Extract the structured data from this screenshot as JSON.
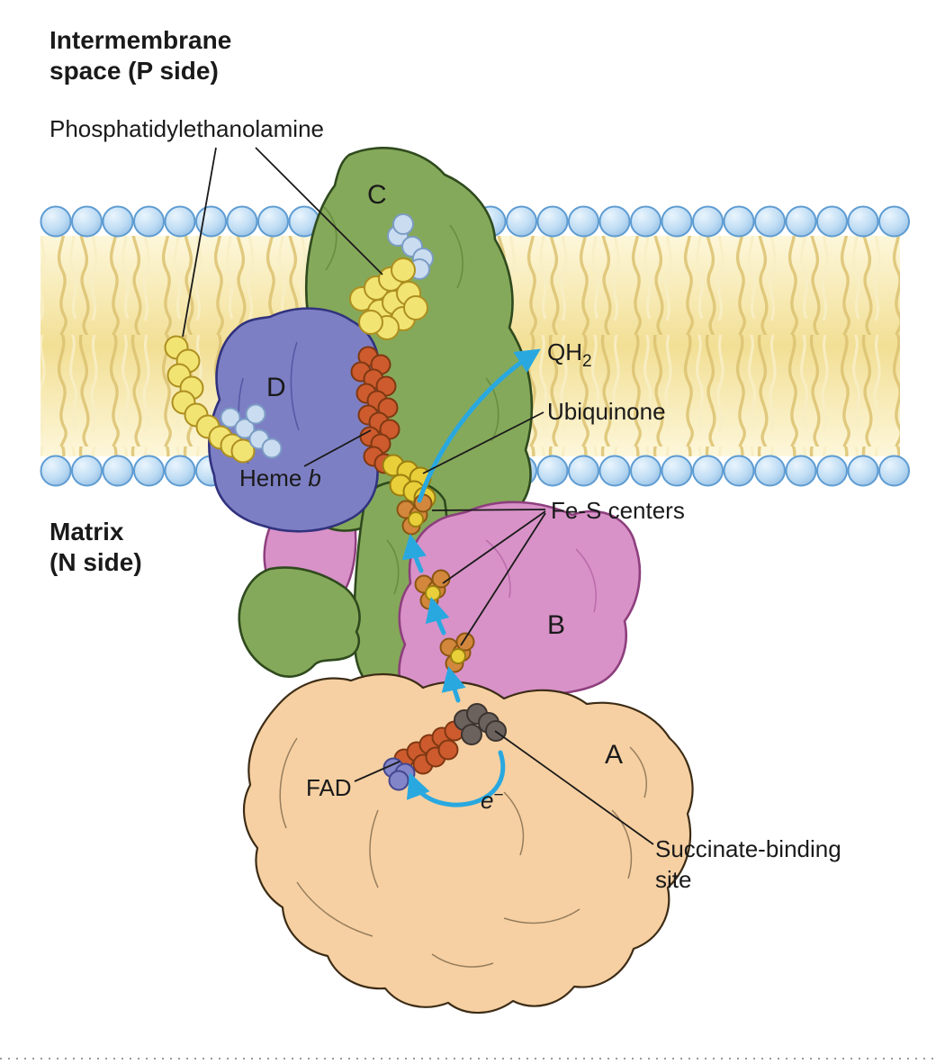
{
  "labels": {
    "compartment_top_1": "Intermembrane",
    "compartment_top_2": "space (P side)",
    "phosphatidylethanolamine": "Phosphatidylethanolamine",
    "subunit_c": "C",
    "qh2_base": "QH",
    "qh2_sub": "2",
    "ubiquinone": "Ubiquinone",
    "subunit_d": "D",
    "heme_word": "Heme",
    "heme_letter": "b",
    "fes_centers": "Fe-S centers",
    "matrix_1": "Matrix",
    "matrix_2": "(N side)",
    "subunit_b": "B",
    "subunit_a": "A",
    "fad": "FAD",
    "electron_base": "e",
    "electron_sup": "−",
    "succinate_1": "Succinate-binding",
    "succinate_2": "site"
  },
  "colors": {
    "arrow_blue": "#29a8e0",
    "subunit_c_green": "#85a95a",
    "subunit_d_blue": "#7d7fc4",
    "subunit_b_pink": "#d892c8",
    "subunit_a_peach": "#f6d0a2",
    "lipid_yellow": "#f2e472",
    "heme_orange": "#cd5b2d",
    "membrane_head_blue": "#bedcf4"
  }
}
